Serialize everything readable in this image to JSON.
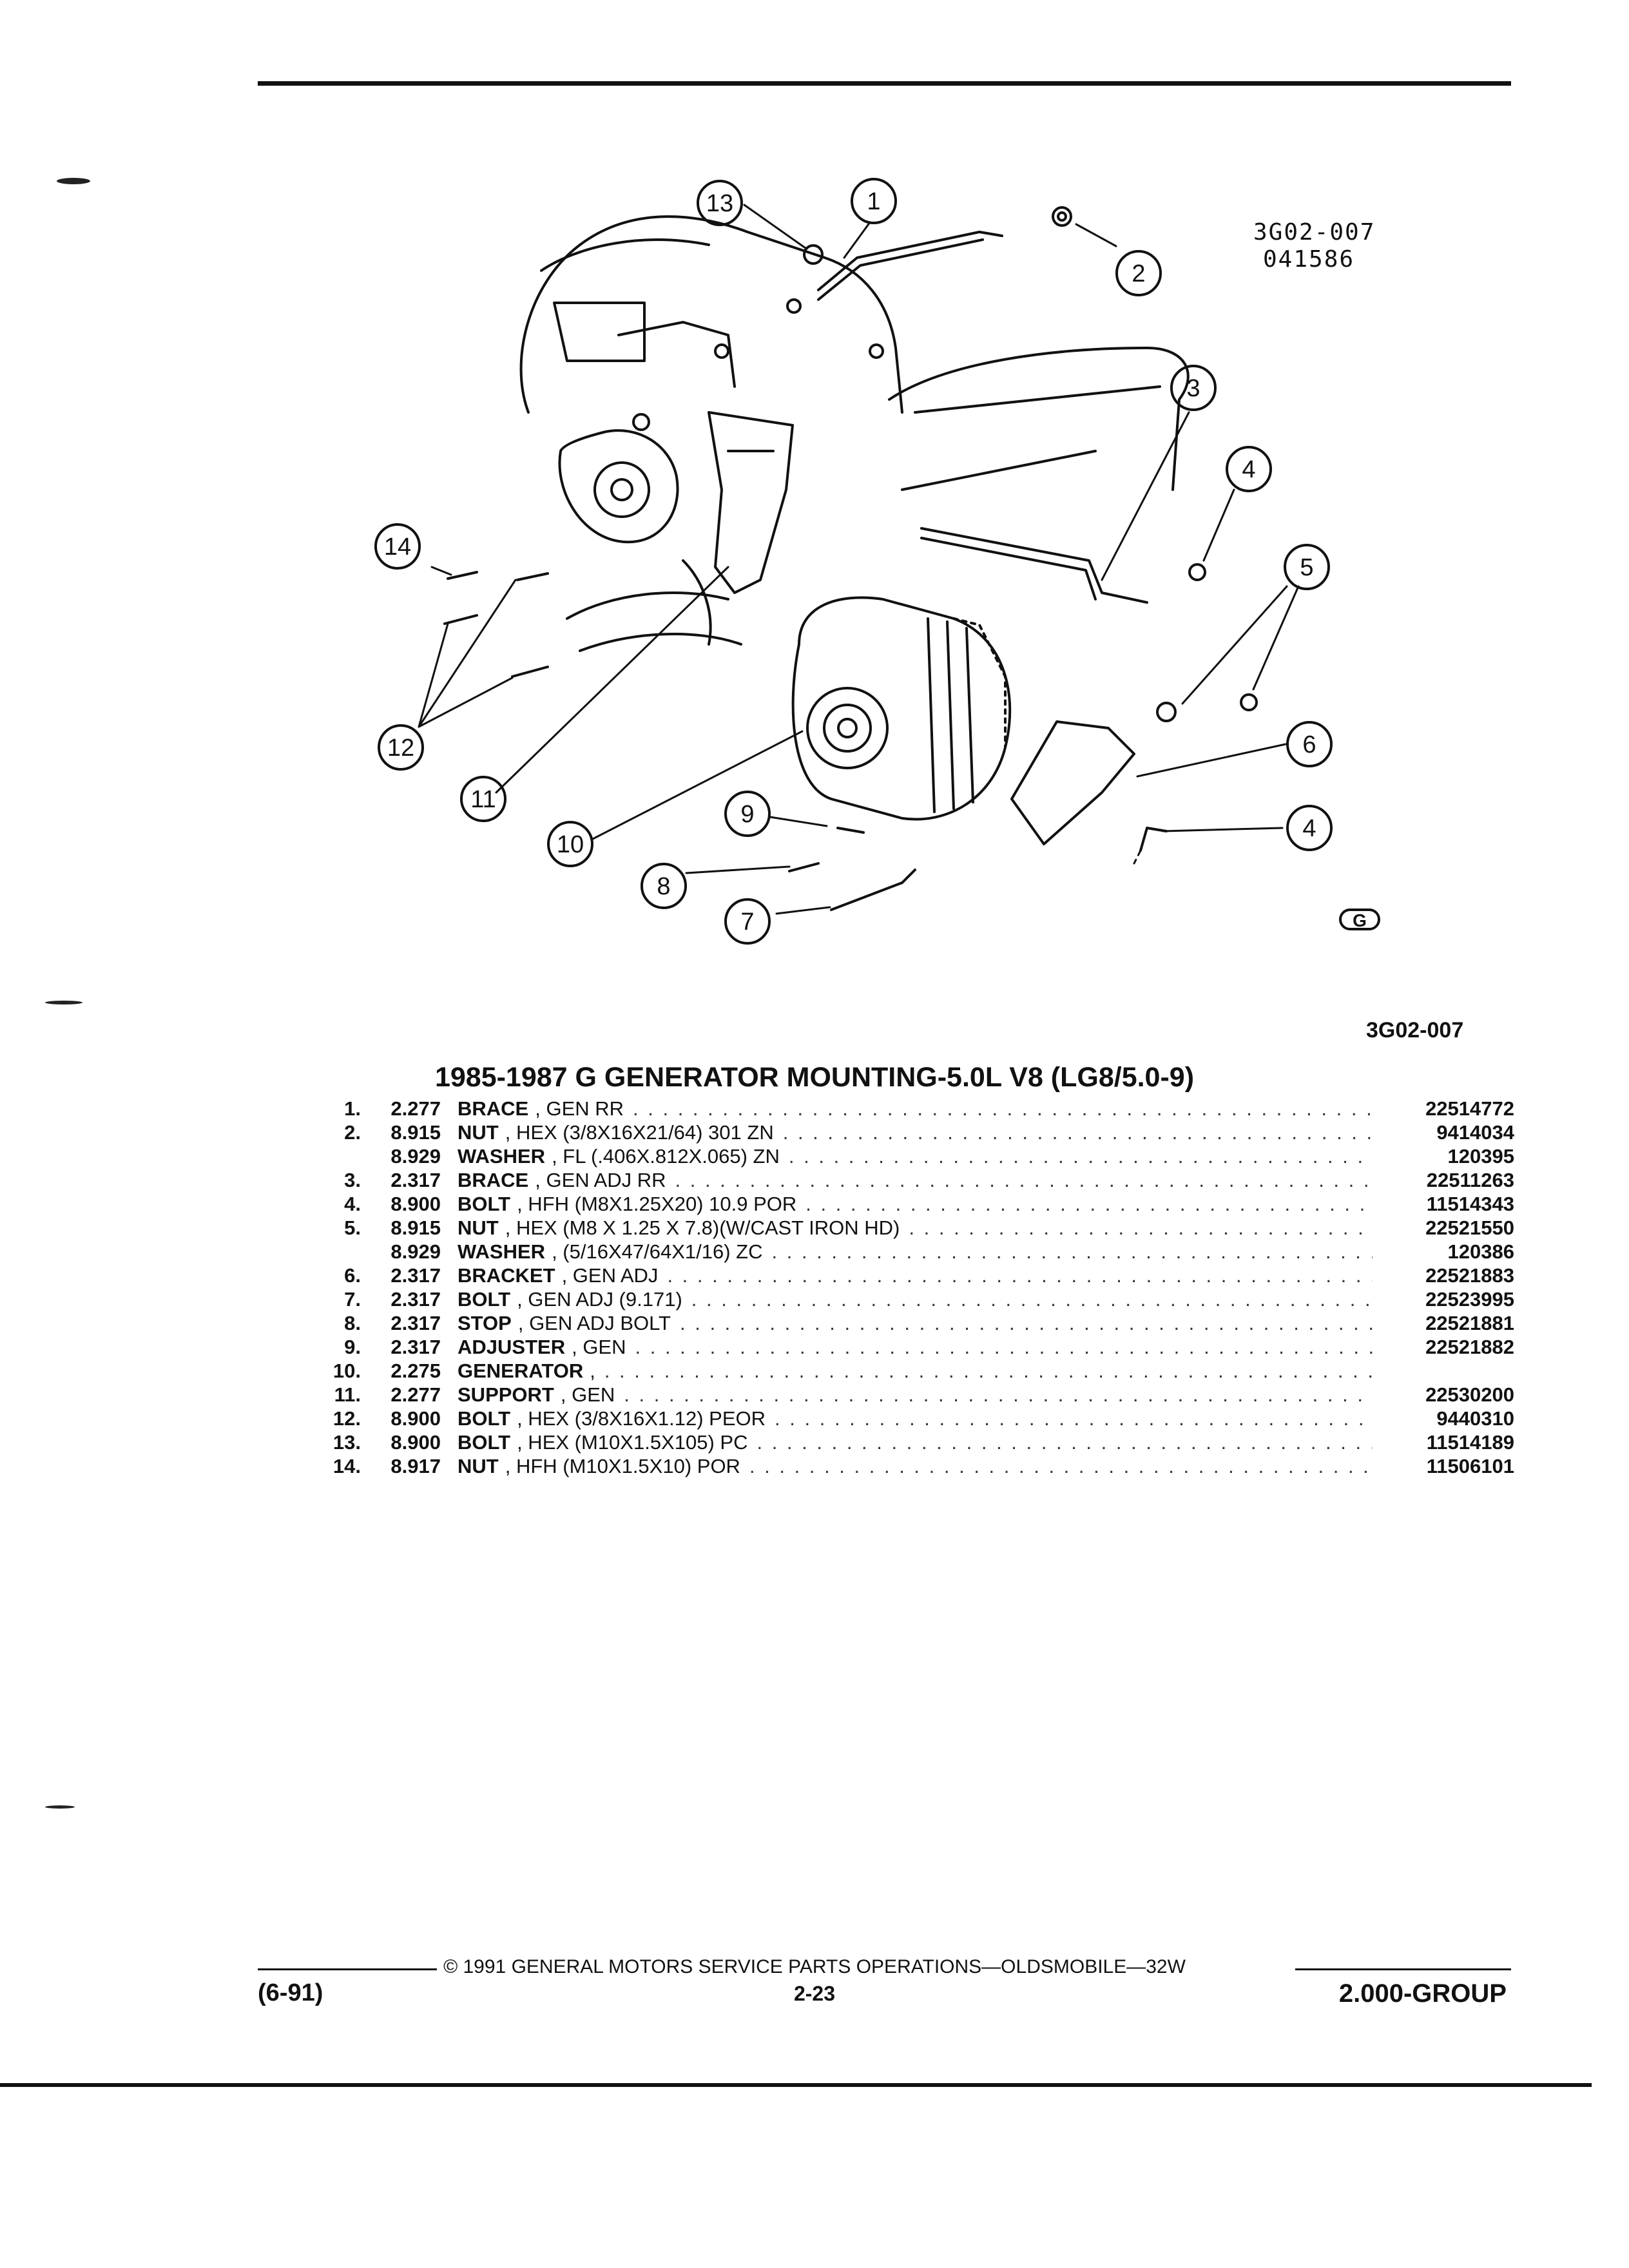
{
  "diagram": {
    "code": "3G02-007",
    "date": "041586",
    "callouts": [
      "1",
      "2",
      "3",
      "4",
      "4",
      "5",
      "6",
      "7",
      "8",
      "9",
      "10",
      "11",
      "12",
      "13",
      "14"
    ],
    "logo": "G"
  },
  "diagram_ref": "3G02-007",
  "title": "1985-1987 G GENERATOR MOUNTING-5.0L V8 (LG8/5.0-9)",
  "parts": [
    {
      "idx": "1.",
      "group": "2.277",
      "name": "BRACE",
      "desc": ", GEN RR",
      "pn": "22514772"
    },
    {
      "idx": "2.",
      "group": "8.915",
      "name": "NUT",
      "desc": ", HEX (3/8X16X21/64) 301 ZN",
      "pn": "9414034"
    },
    {
      "idx": "",
      "group": "8.929",
      "name": "WASHER",
      "desc": ", FL (.406X.812X.065) ZN",
      "pn": "120395"
    },
    {
      "idx": "3.",
      "group": "2.317",
      "name": "BRACE",
      "desc": ", GEN ADJ RR",
      "pn": "22511263"
    },
    {
      "idx": "4.",
      "group": "8.900",
      "name": "BOLT",
      "desc": ", HFH (M8X1.25X20) 10.9 POR",
      "pn": "11514343"
    },
    {
      "idx": "5.",
      "group": "8.915",
      "name": "NUT",
      "desc": ", HEX (M8 X 1.25 X 7.8)(W/CAST IRON HD)",
      "pn": "22521550"
    },
    {
      "idx": "",
      "group": "8.929",
      "name": "WASHER",
      "desc": ", (5/16X47/64X1/16) ZC",
      "pn": "120386"
    },
    {
      "idx": "6.",
      "group": "2.317",
      "name": "BRACKET",
      "desc": ", GEN ADJ",
      "pn": "22521883"
    },
    {
      "idx": "7.",
      "group": "2.317",
      "name": "BOLT",
      "desc": ", GEN ADJ (9.171)",
      "pn": "22523995"
    },
    {
      "idx": "8.",
      "group": "2.317",
      "name": "STOP",
      "desc": ", GEN ADJ BOLT",
      "pn": "22521881"
    },
    {
      "idx": "9.",
      "group": "2.317",
      "name": "ADJUSTER",
      "desc": ", GEN",
      "pn": "22521882"
    },
    {
      "idx": "10.",
      "group": "2.275",
      "name": "GENERATOR",
      "desc": ",",
      "pn": ""
    },
    {
      "idx": "11.",
      "group": "2.277",
      "name": "SUPPORT",
      "desc": ", GEN",
      "pn": "22530200"
    },
    {
      "idx": "12.",
      "group": "8.900",
      "name": "BOLT",
      "desc": ", HEX (3/8X16X1.12) PEOR",
      "pn": "9440310"
    },
    {
      "idx": "13.",
      "group": "8.900",
      "name": "BOLT",
      "desc": ", HEX (M10X1.5X105) PC",
      "pn": "11514189"
    },
    {
      "idx": "14.",
      "group": "8.917",
      "name": "NUT",
      "desc": ", HFH (M10X1.5X10) POR",
      "pn": "11506101"
    }
  ],
  "footer": {
    "copyright": "© 1991 GENERAL MOTORS SERVICE PARTS OPERATIONS—OLDSMOBILE—32W",
    "revision": "(6-91)",
    "page": "2-23",
    "group": "2.000-GROUP"
  }
}
